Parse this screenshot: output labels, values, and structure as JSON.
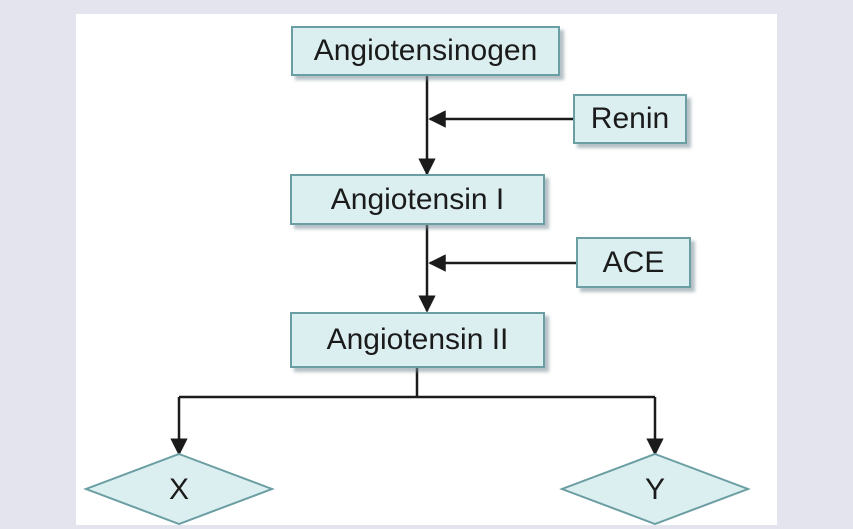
{
  "nodes": {
    "angiotensinogen": "Angiotensinogen",
    "renin": "Renin",
    "angiotensin_i": "Angiotensin I",
    "ace": "ACE",
    "angiotensin_ii": "Angiotensin II",
    "x": "X",
    "y": "Y"
  },
  "colors": {
    "box_fill": "#dceff0",
    "box_border": "#6a9ea3",
    "arrow": "#1b1b1b"
  }
}
